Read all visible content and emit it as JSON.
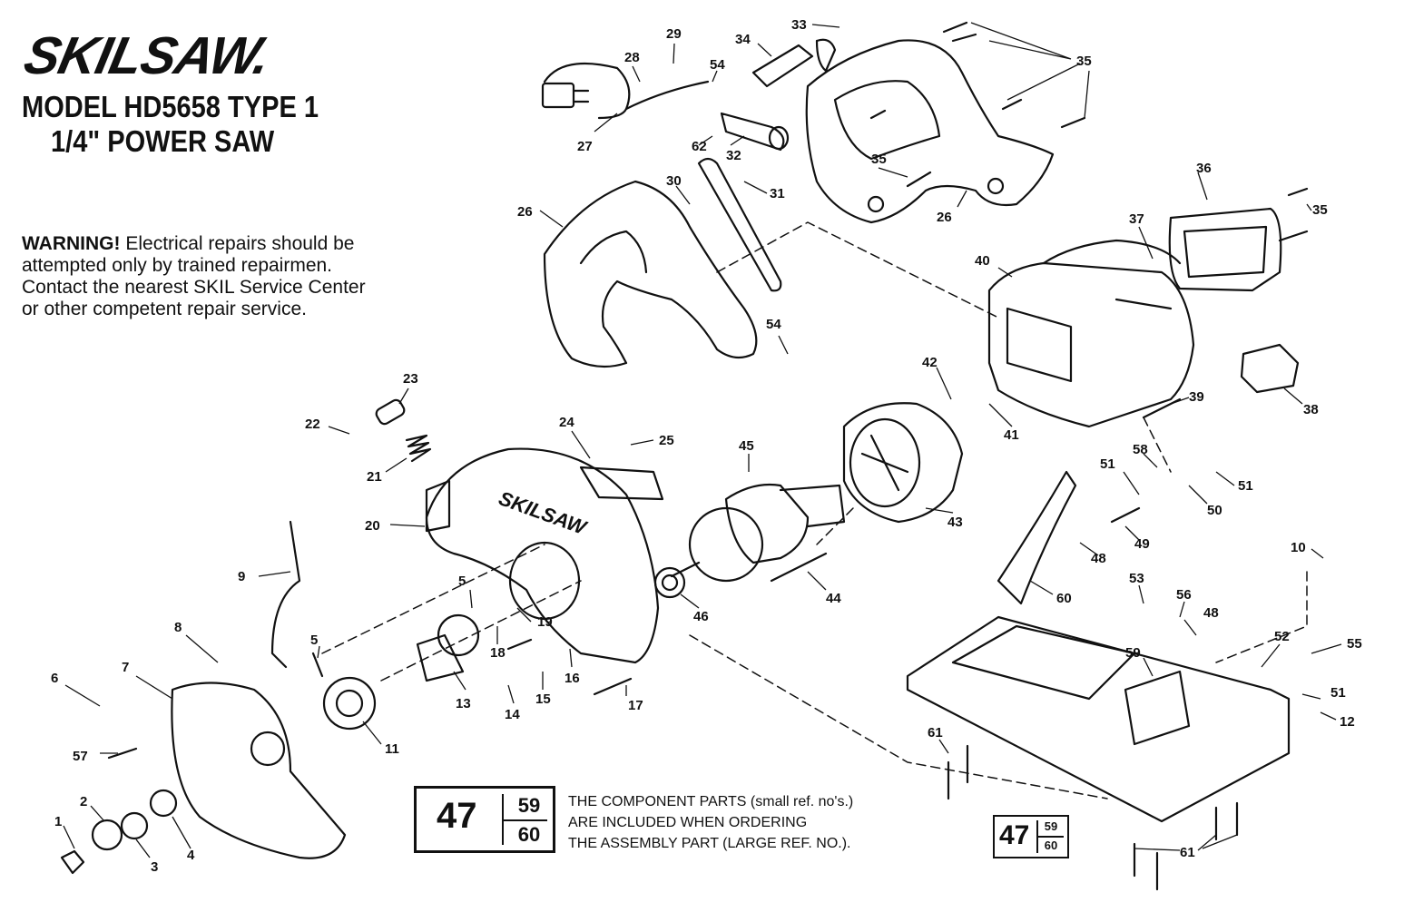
{
  "brand": "SKILSAW.",
  "model_line1": "MODEL HD5658 TYPE 1",
  "model_line2": "1/4\" POWER SAW",
  "warning": {
    "label": "WARNING!",
    "lines": [
      "Electrical repairs should be",
      "attempted only by trained repairmen.",
      "Contact the nearest SKIL Service Center",
      "or other competent repair service."
    ]
  },
  "legend": {
    "assembly_no": "47",
    "component_top": "59",
    "component_bottom": "60",
    "note_lines": [
      "THE COMPONENT PARTS (small ref. no's.)",
      "ARE INCLUDED WHEN ORDERING",
      "THE ASSEMBLY PART (LARGE REF. NO.)."
    ]
  },
  "guard_text": "SKILSAW",
  "callouts": [
    "1",
    "2",
    "3",
    "4",
    "5",
    "5",
    "6",
    "7",
    "8",
    "9",
    "10",
    "11",
    "12",
    "13",
    "14",
    "15",
    "16",
    "17",
    "18",
    "19",
    "20",
    "21",
    "22",
    "23",
    "24",
    "25",
    "26",
    "26",
    "27",
    "28",
    "29",
    "30",
    "31",
    "32",
    "33",
    "34",
    "35",
    "35",
    "35",
    "35",
    "36",
    "37",
    "38",
    "39",
    "40",
    "41",
    "42",
    "43",
    "44",
    "45",
    "46",
    "48",
    "48",
    "49",
    "50",
    "51",
    "51",
    "51",
    "52",
    "53",
    "54",
    "54",
    "55",
    "56",
    "57",
    "58",
    "59",
    "60",
    "61",
    "61",
    "62"
  ]
}
